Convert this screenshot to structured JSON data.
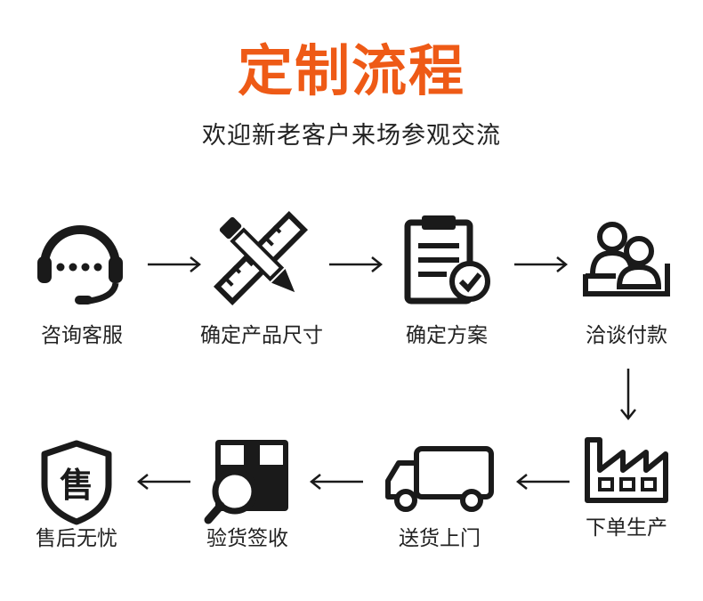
{
  "title": "定制流程",
  "subtitle": "欢迎新老客户来场参观交流",
  "colors": {
    "title": "#ee5a16",
    "ink": "#1a1a1a",
    "text": "#222222",
    "background": "#ffffff"
  },
  "steps": [
    {
      "label": "咨询客服",
      "icon": "headset-icon"
    },
    {
      "label": "确定产品尺寸",
      "icon": "pencil-ruler-icon"
    },
    {
      "label": "确定方案",
      "icon": "clipboard-check-icon"
    },
    {
      "label": "洽谈付款",
      "icon": "meeting-people-icon"
    },
    {
      "label": "下单生产",
      "icon": "factory-icon"
    },
    {
      "label": "送货上门",
      "icon": "truck-icon"
    },
    {
      "label": "验货签收",
      "icon": "box-magnifier-icon"
    },
    {
      "label": "售后无忧",
      "icon": "shield-badge-icon"
    }
  ],
  "shield_badge_char": "售"
}
